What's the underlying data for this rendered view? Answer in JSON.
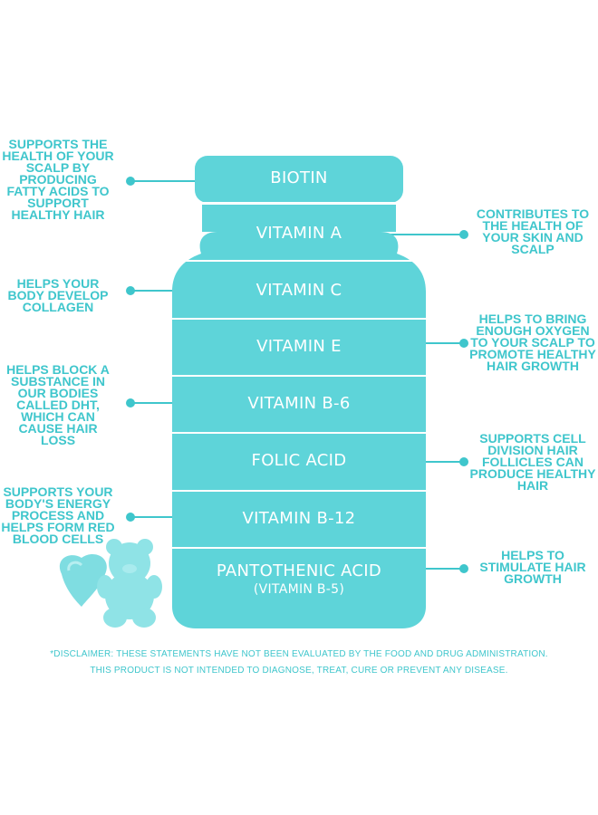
{
  "colors": {
    "bottle": "#5ed4d9",
    "accent": "#3fc6cc",
    "divider": "#ffffff",
    "gummy": "#8fe3e6"
  },
  "bottle": {
    "nutrients": [
      {
        "name": "BIOTIN"
      },
      {
        "name": "VITAMIN A"
      },
      {
        "name": "VITAMIN C"
      },
      {
        "name": "VITAMIN E"
      },
      {
        "name": "VITAMIN B-6"
      },
      {
        "name": "FOLIC ACID"
      },
      {
        "name": "VITAMIN B-12"
      },
      {
        "name": "PANTOTHENIC ACID",
        "sub": "(VITAMIN B-5)"
      }
    ]
  },
  "benefits": {
    "biotin": "SUPPORTS THE\nHEALTH OF YOUR\nSCALP BY\nPRODUCING\nFATTY ACIDS TO\nSUPPORT\nHEALTHY HAIR",
    "vitamin_a": "CONTRIBUTES TO\nTHE HEALTH OF\nYOUR SKIN AND\nSCALP",
    "vitamin_c": "HELPS YOUR\nBODY DEVELOP\nCOLLAGEN",
    "vitamin_e": "HELPS TO BRING\nENOUGH OXYGEN\nTO YOUR SCALP TO\nPROMOTE HEALTHY\nHAIR GROWTH",
    "vitamin_b6": "HELPS BLOCK A\nSUBSTANCE IN\nOUR BODIES\nCALLED DHT,\nWHICH CAN\nCAUSE HAIR LOSS",
    "folic_acid": "SUPPORTS CELL\nDIVISION HAIR\nFOLLICLES CAN\nPRODUCE HEALTHY\nHAIR",
    "vitamin_b12": "SUPPORTS YOUR\nBODY'S ENERGY\nPROCESS AND\nHELPS FORM RED\nBLOOD CELLS",
    "pantothenic_acid": "HELPS TO\nSTIMULATE HAIR\nGROWTH"
  },
  "disclaimer": {
    "line1": "*DISCLAIMER: THESE STATEMENTS HAVE NOT BEEN EVALUATED BY THE FOOD AND DRUG ADMINISTRATION.",
    "line2": "THIS PRODUCT IS NOT INTENDED TO DIAGNOSE, TREAT, CURE OR PREVENT ANY DISEASE."
  },
  "icons": [
    "gummy-bear-icon",
    "gummy-heart-icon"
  ]
}
